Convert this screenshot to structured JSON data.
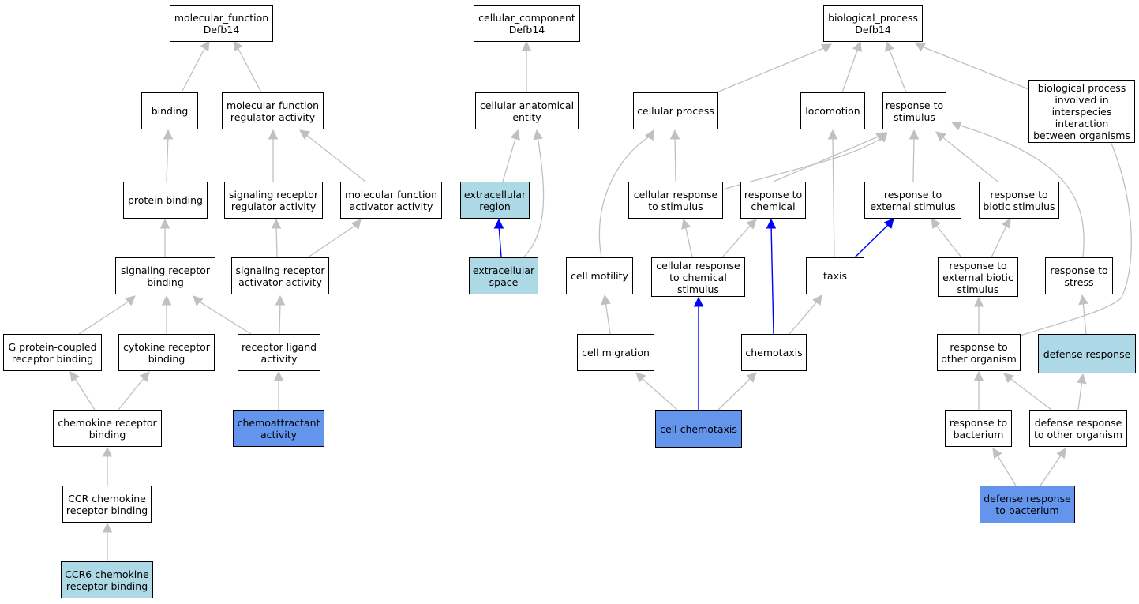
{
  "colors": {
    "edge": "#c0c0c0",
    "path_edge": "#0000ff",
    "light_fill": "#add8e6",
    "dark_fill": "#6495ed",
    "border": "#000000"
  },
  "nodes": {
    "mf_root": [
      "molecular_function",
      "Defb14"
    ],
    "binding": [
      "binding"
    ],
    "mf_regulator": [
      "molecular function",
      "regulator activity"
    ],
    "protein_binding": [
      "protein binding"
    ],
    "sig_reg_act": [
      "signaling receptor",
      "regulator activity"
    ],
    "mf_activator": [
      "molecular function",
      "activator activity"
    ],
    "sig_rec_binding": [
      "signaling receptor",
      "binding"
    ],
    "sig_rec_activator": [
      "signaling receptor",
      "activator activity"
    ],
    "gpcr_binding": [
      "G protein-coupled",
      "receptor binding"
    ],
    "cytokine_binding": [
      "cytokine receptor",
      "binding"
    ],
    "receptor_ligand": [
      "receptor ligand",
      "activity"
    ],
    "chemokine_binding": [
      "chemokine receptor",
      "binding"
    ],
    "chemoattractant": [
      "chemoattractant",
      "activity"
    ],
    "ccr_binding": [
      "CCR chemokine",
      "receptor binding"
    ],
    "ccr6_binding": [
      "CCR6 chemokine",
      "receptor binding"
    ],
    "cc_root": [
      "cellular_component",
      "Defb14"
    ],
    "cae": [
      "cellular anatomical",
      "entity"
    ],
    "ext_region": [
      "extracellular",
      "region"
    ],
    "ext_space": [
      "extracellular",
      "space"
    ],
    "bp_root": [
      "biological_process",
      "Defb14"
    ],
    "cellular_process": [
      "cellular process"
    ],
    "locomotion": [
      "locomotion"
    ],
    "resp_stimulus": [
      "response to",
      "stimulus"
    ],
    "bp_interspecies": [
      "biological process",
      "involved in",
      "interspecies",
      "interaction",
      "between organisms"
    ],
    "cell_resp_stim": [
      "cellular response",
      "to stimulus"
    ],
    "resp_chemical": [
      "response to",
      "chemical"
    ],
    "resp_ext_stim": [
      "response to",
      "external stimulus"
    ],
    "resp_biotic": [
      "response to",
      "biotic stimulus"
    ],
    "cell_motility": [
      "cell motility"
    ],
    "cell_resp_chem": [
      "cellular response",
      "to chemical",
      "stimulus"
    ],
    "taxis": [
      "taxis"
    ],
    "resp_ext_biotic": [
      "response to",
      "external biotic",
      "stimulus"
    ],
    "resp_stress": [
      "response to",
      "stress"
    ],
    "cell_migration": [
      "cell migration"
    ],
    "chemotaxis": [
      "chemotaxis"
    ],
    "resp_other_org": [
      "response to",
      "other organism"
    ],
    "defense_resp": [
      "defense response"
    ],
    "cell_chemotaxis": [
      "cell chemotaxis"
    ],
    "resp_bacterium": [
      "response to",
      "bacterium"
    ],
    "def_resp_other": [
      "defense response",
      "to other organism"
    ],
    "def_resp_bact": [
      "defense response",
      "to bacterium"
    ]
  }
}
